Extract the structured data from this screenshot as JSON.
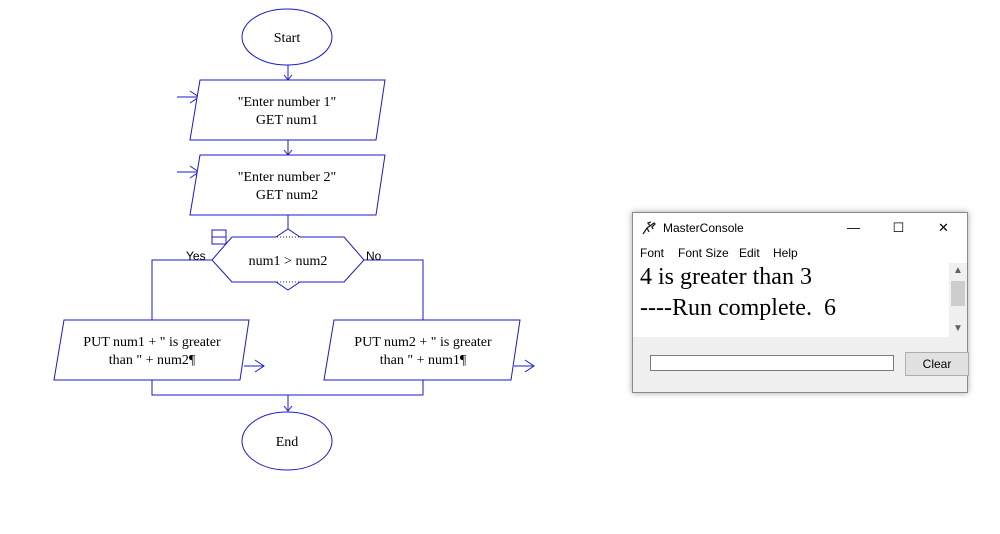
{
  "flowchart": {
    "start_label": "Start",
    "input1_line1": "\"Enter number 1\"",
    "input1_line2": "GET num1",
    "input2_line1": "\"Enter number 2\"",
    "input2_line2": "GET num2",
    "decision_label": "num1 > num2",
    "yes_label": "Yes",
    "no_label": "No",
    "output_left_line1": "PUT num1  +  \" is greater",
    "output_left_line2": "than \"  +  num2¶",
    "output_right_line1": "PUT num2  +  \" is greater",
    "output_right_line2": "than \"  +  num1¶",
    "end_label": "End",
    "line_color": "#1a1acc"
  },
  "console": {
    "title": "MasterConsole",
    "minimize_glyph": "—",
    "maximize_glyph": "☐",
    "close_glyph": "✕",
    "menu": [
      "Font",
      "Font Size",
      "Edit",
      "Help"
    ],
    "output_lines": [
      "4 is greater than 3",
      "----Run complete.  6"
    ],
    "input_value": "",
    "clear_label": "Clear",
    "scroll_up_glyph": "▲",
    "scroll_down_glyph": "▼"
  }
}
